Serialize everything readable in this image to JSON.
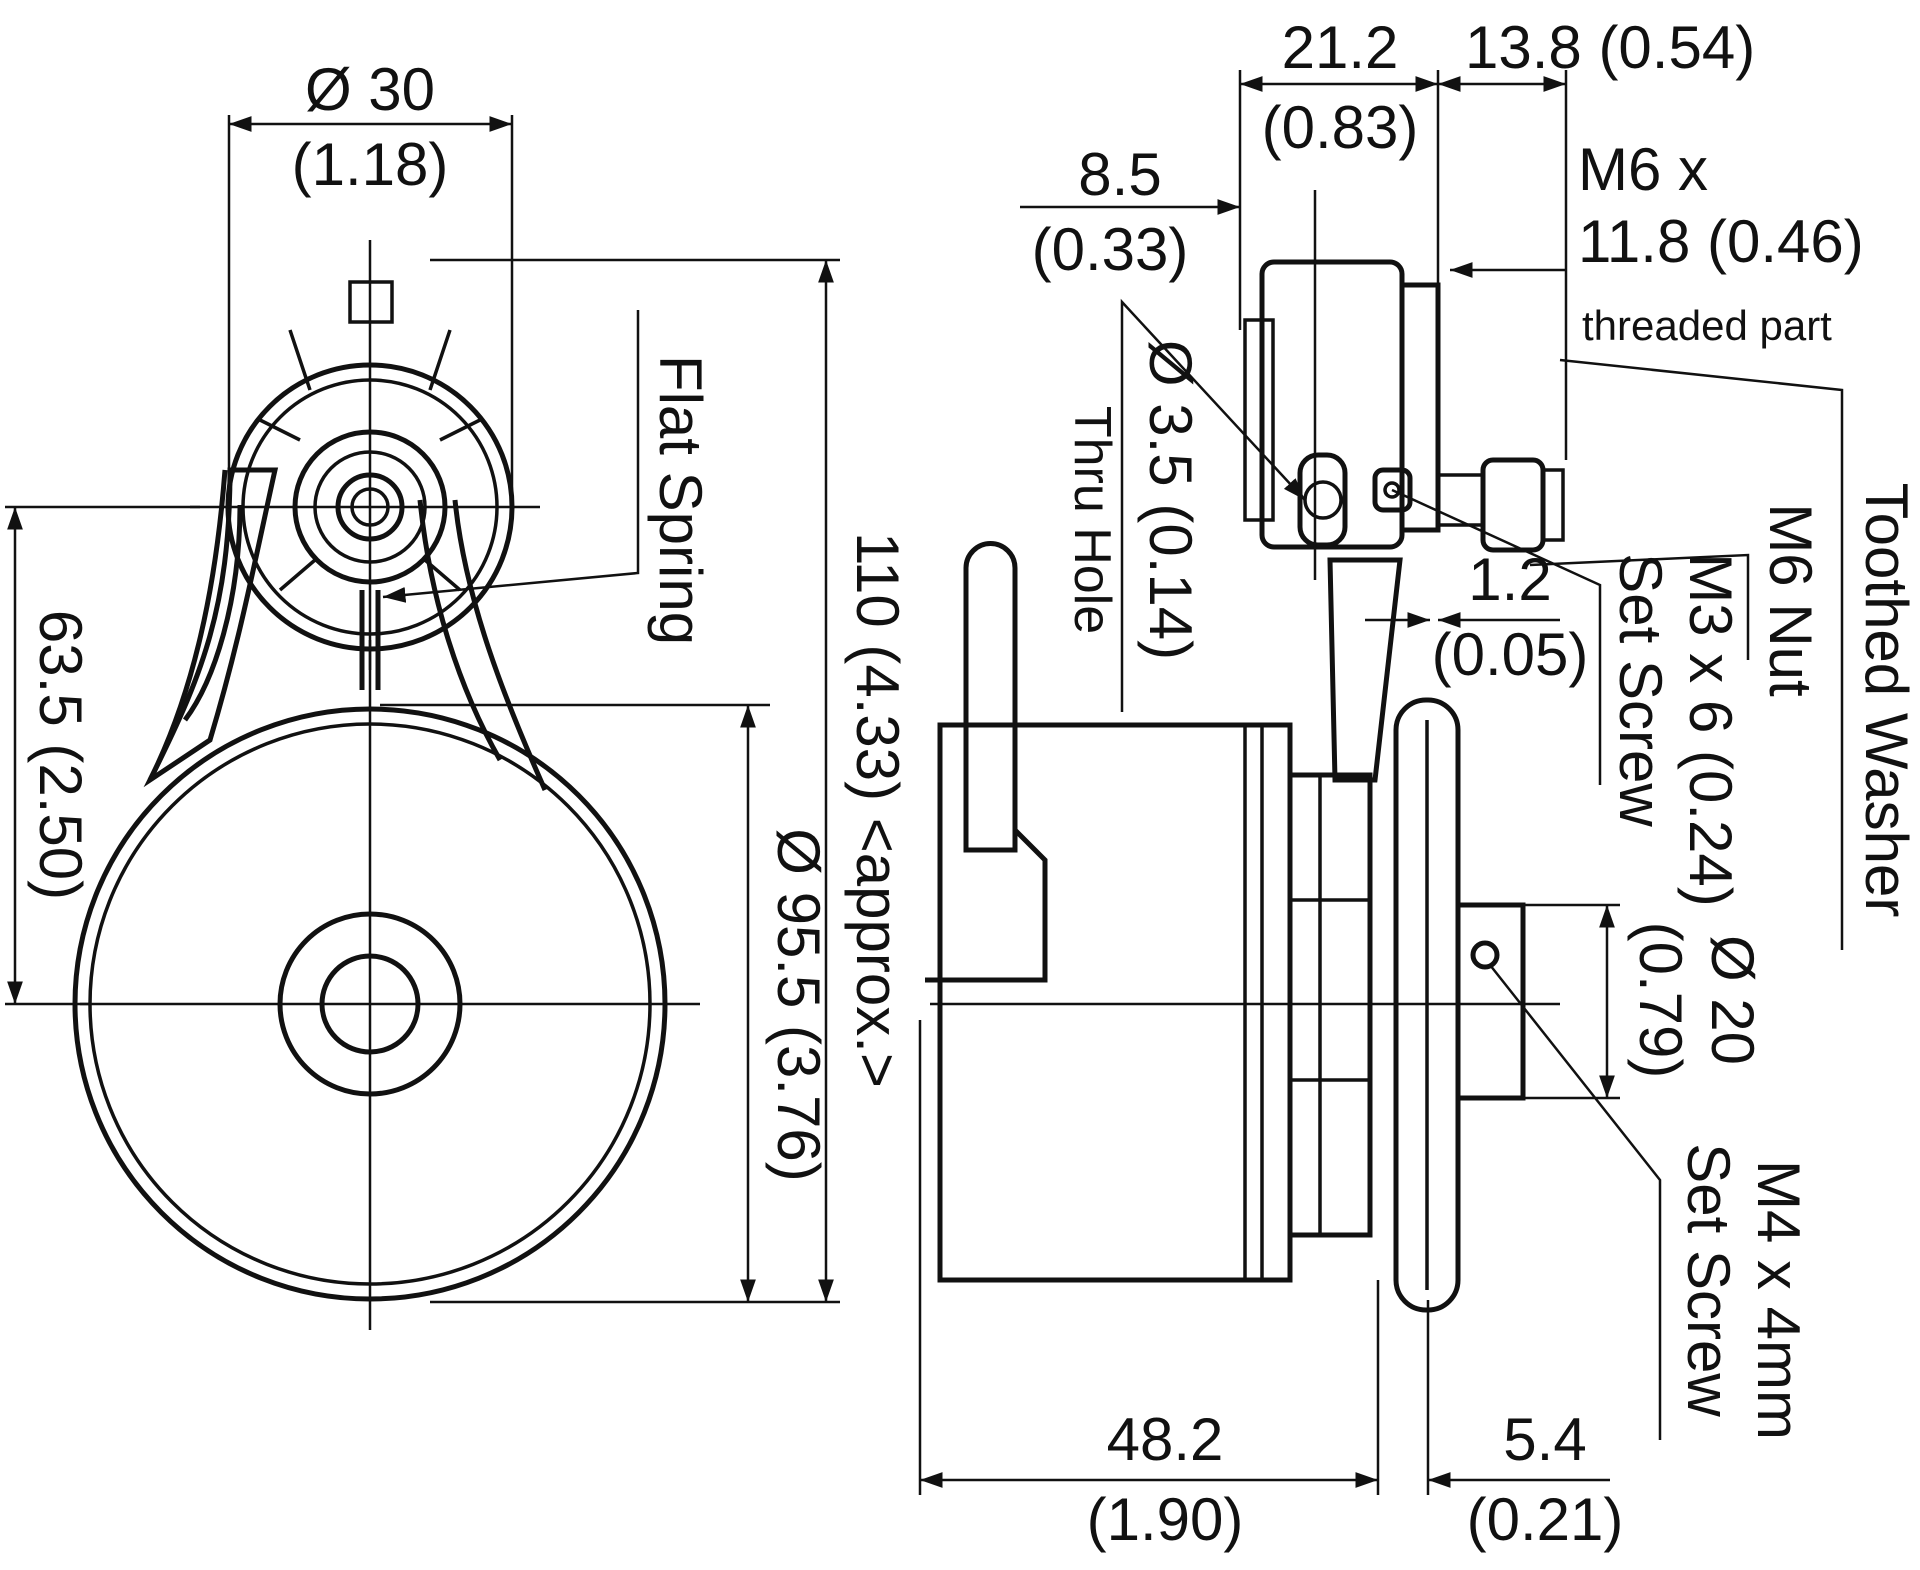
{
  "front_view": {
    "diameter_30": {
      "mm": "Ø 30",
      "inch": "(1.18)"
    },
    "height_63_5": "63.5 (2.50)",
    "overall_110": "110 (4.33) <approx.>",
    "diameter_95_5": "Ø 95.5 (3.76)",
    "flat_spring_label": "Flat Spring"
  },
  "side_view": {
    "dim_21_2": {
      "mm": "21.2",
      "inch": "(0.83)"
    },
    "dim_13_8": "13.8 (0.54)",
    "dim_8_5": {
      "mm": "8.5",
      "inch": "(0.33)"
    },
    "thread_m6": {
      "line1": "M6 x",
      "line2": "11.8 (0.46)",
      "line3": "threaded part"
    },
    "thru_hole": {
      "diameter": "Ø 3.5 (0.14)",
      "label": "Thru Hole"
    },
    "toothed_washer": "Toothed Washer",
    "m6_nut": "M6 Nut",
    "m3_set_screw": {
      "line1": "M3 x 6 (0.24)",
      "line2": "Set Screw"
    },
    "dim_1_2": {
      "mm": "1.2",
      "inch": "(0.05)"
    },
    "diameter_20": {
      "mm": "Ø 20",
      "inch": "(0.79)"
    },
    "m4_set_screw": {
      "line1": "M4 x 4mm",
      "line2": "Set Screw"
    },
    "dim_48_2": {
      "mm": "48.2",
      "inch": "(1.90)"
    },
    "dim_5_4": {
      "mm": "5.4",
      "inch": "(0.21)"
    }
  }
}
